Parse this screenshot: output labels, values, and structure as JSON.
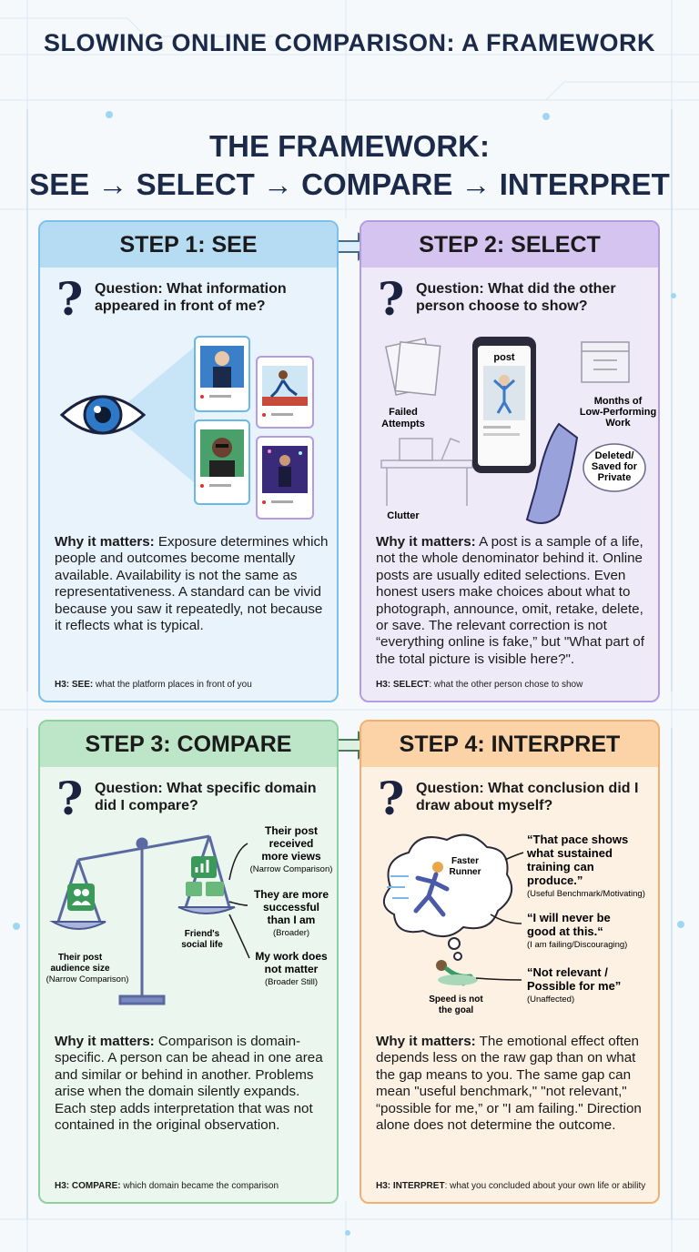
{
  "title": "SLOWING ONLINE COMPARISON: A FRAMEWORK",
  "framework": {
    "line1": "THE FRAMEWORK:",
    "line2": "SEE → SELECT → COMPARE → INTERPRET"
  },
  "steps": [
    {
      "header": "STEP 1: SEE",
      "question": "Question: What information appeared in front of me?",
      "why_label": "Why it matters:",
      "why_text": " Exposure determines which people and outcomes become mentally available. Availability is not the same as representativeness. A standard can be vivid because you saw it repeatedly, not because it reflects what is typical.",
      "h3_label": "H3: SEE:",
      "h3_text": " what the platform places in front of you"
    },
    {
      "header": "STEP 2: SELECT",
      "question": "Question: What did the other person choose to show?",
      "why_label": "Why it matters:",
      "why_text": " A post is a sample of a life, not the whole denominator behind it. Online posts are usually edited selections. Even honest users make choices about what to photograph, announce, omit, retake, delete, or save. The relevant correction is not “everything online is fake,” but \"What part of the total picture is visible here?\".",
      "h3_label": "H3: SELECT",
      "h3_text": ": what the other person chose to show",
      "labels": {
        "post": "post",
        "failed": [
          "Failed",
          "Attempts"
        ],
        "months": [
          "Months of",
          "Low-Performing",
          "Work"
        ],
        "deleted": [
          "Deleted/",
          "Saved for",
          "Private"
        ],
        "clutter": "Clutter"
      }
    },
    {
      "header": "STEP 3: COMPARE",
      "question": "Question: What specific domain did I compare?",
      "why_label": "Why it matters:",
      "why_text": " Comparison is domain-specific. A person can be ahead in one area and similar or behind in another. Problems arise when the domain silently expands. Each step adds interpretation that was not contained in the original observation.",
      "h3_label": "H3: COMPARE:",
      "h3_text": " which domain became the comparison",
      "labels": {
        "left_a": "Their post",
        "left_b": "audience size",
        "left_c": "(Narrow Comparison)",
        "friend_a": "Friend's",
        "friend_b": "social life",
        "r1": [
          "Their post",
          "received",
          "more views"
        ],
        "r1_note": "(Narrow Comparison)",
        "r2": [
          "They are more",
          "successful",
          "than I am"
        ],
        "r2_note": "(Broader)",
        "r3": [
          "My work does",
          "not matter"
        ],
        "r3_note": "(Broader Still)"
      }
    },
    {
      "header": "STEP 4: INTERPRET",
      "question": "Question: What conclusion did I draw about myself?",
      "why_label": "Why it matters:",
      "why_text": " The emotional effect often depends less on the raw gap than on what the gap means to you. The same gap can mean \"useful benchmark,\" \"not relevant,\" “possible for me,” or \"I am failing.\" Direction alone does not determine the outcome.",
      "h3_label": "H3: INTERPRET",
      "h3_text": ": what you concluded about your own life or ability",
      "labels": {
        "faster": [
          "Faster",
          "Runner"
        ],
        "speed": [
          "Speed is not",
          "the goal"
        ],
        "q1": [
          "“That pace shows",
          "what sustained",
          "training can",
          "produce.”"
        ],
        "q1_note": "(Useful Benchmark/Motivating)",
        "q2": [
          "“I will never be",
          "good at this.“"
        ],
        "q2_note": "(I am failing/Discouraging)",
        "q3": [
          "“Not relevant /",
          "Possible for me”"
        ],
        "q3_note": "(Unaffected)"
      }
    }
  ],
  "colors": {
    "see": "#b6dcf4",
    "select": "#d5c4f0",
    "compare": "#bde6c8",
    "interpret": "#fbd3a6",
    "navy": "#1c2a4a"
  }
}
